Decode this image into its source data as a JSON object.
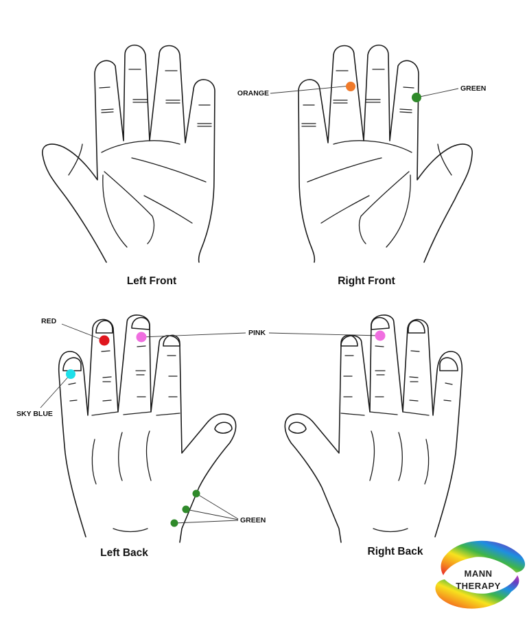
{
  "captions": {
    "left_front": "Left Front",
    "right_front": "Right Front",
    "left_back": "Left Back",
    "right_back": "Right Back"
  },
  "labels": {
    "orange": "ORANGE",
    "green_front": "GREEN",
    "red": "RED",
    "pink": "PINK",
    "sky_blue": "SKY BLUE",
    "green_back": "GREEN"
  },
  "colors": {
    "orange": "#f07a2a",
    "green": "#2f8a2a",
    "red": "#e0161e",
    "pink": "#f06ee0",
    "sky_blue": "#1ee0ea"
  },
  "logo": {
    "line1": "MANN",
    "line2": "THERAPY"
  }
}
